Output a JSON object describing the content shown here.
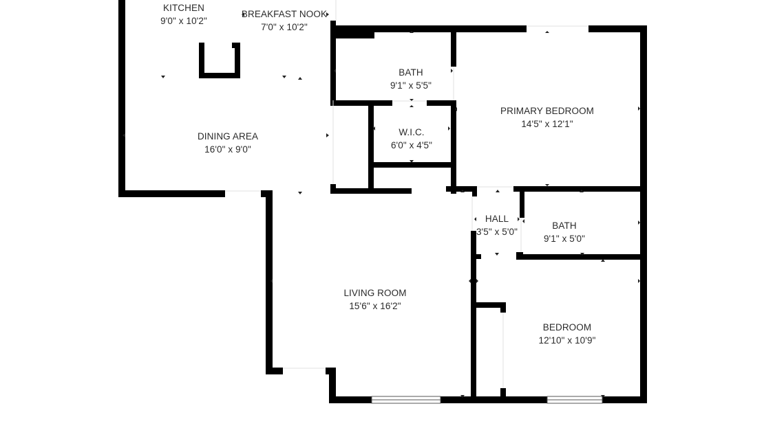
{
  "floorplan": {
    "colors": {
      "wall": "#000000",
      "background": "#ffffff",
      "text": "#2a2a2a"
    },
    "rooms": [
      {
        "id": "kitchen",
        "name": "KITCHEN",
        "dimensions": "9'0\" x 10'2\""
      },
      {
        "id": "breakfast-nook",
        "name": "BREAKFAST NOOK",
        "dimensions": "7'0\" x 10'2\""
      },
      {
        "id": "dining-area",
        "name": "DINING AREA",
        "dimensions": "16'0\" x 9'0\""
      },
      {
        "id": "bath-1",
        "name": "BATH",
        "dimensions": "9'1\" x 5'5\""
      },
      {
        "id": "wic",
        "name": "W.I.C.",
        "dimensions": "6'0\" x 4'5\""
      },
      {
        "id": "primary-bedroom",
        "name": "PRIMARY BEDROOM",
        "dimensions": "14'5\" x 12'1\""
      },
      {
        "id": "hall",
        "name": "HALL",
        "dimensions": "3'5\" x 5'0\""
      },
      {
        "id": "bath-2",
        "name": "BATH",
        "dimensions": "9'1\" x 5'0\""
      },
      {
        "id": "living-room",
        "name": "LIVING ROOM",
        "dimensions": "15'6\" x 16'2\""
      },
      {
        "id": "bedroom",
        "name": "BEDROOM",
        "dimensions": "12'10\" x 10'9\""
      }
    ]
  }
}
